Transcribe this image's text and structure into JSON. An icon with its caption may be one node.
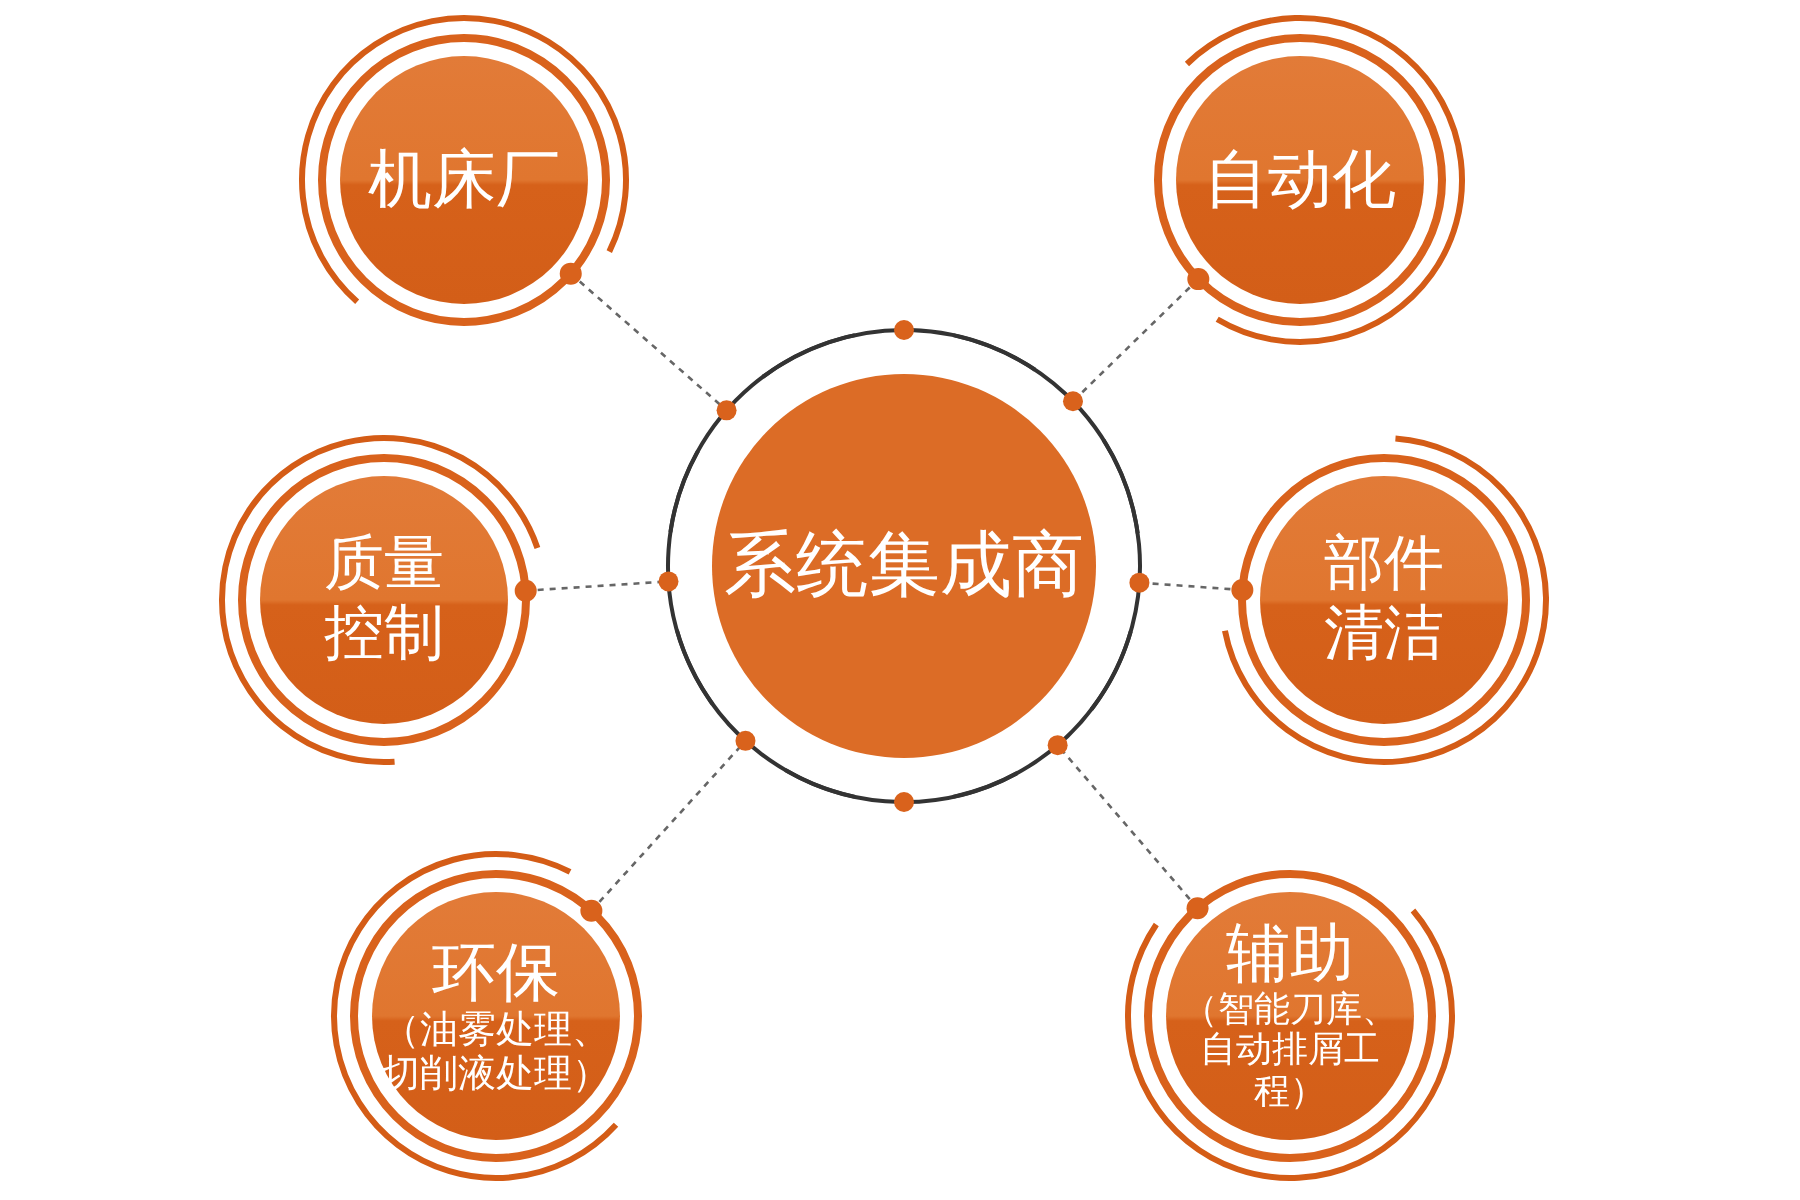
{
  "diagram": {
    "nodes": [
      {
        "text": [
          "系统集成商"
        ]
      },
      {
        "text": [
          "机床厂"
        ]
      },
      {
        "text": [
          "自动化"
        ]
      },
      {
        "text": [
          "质量控制"
        ]
      },
      {
        "text": [
          "部件清洁"
        ]
      },
      {
        "text": [
          "环保",
          "（油雾处理、切削液处理）"
        ]
      },
      {
        "text": [
          "辅助",
          "（智能刀库、自动排屑工程）"
        ]
      }
    ],
    "edges": [
      {
        "from": 1,
        "to": 0,
        "arrow": "none",
        "style": "dashed"
      },
      {
        "from": 2,
        "to": 0,
        "arrow": "none",
        "style": "dashed"
      },
      {
        "from": 3,
        "to": 0,
        "arrow": "none",
        "style": "dashed"
      },
      {
        "from": 4,
        "to": 0,
        "arrow": "none",
        "style": "dashed"
      },
      {
        "from": 5,
        "to": 0,
        "arrow": "none",
        "style": "dashed"
      },
      {
        "from": 6,
        "to": 0,
        "arrow": "none",
        "style": "dashed"
      }
    ]
  }
}
